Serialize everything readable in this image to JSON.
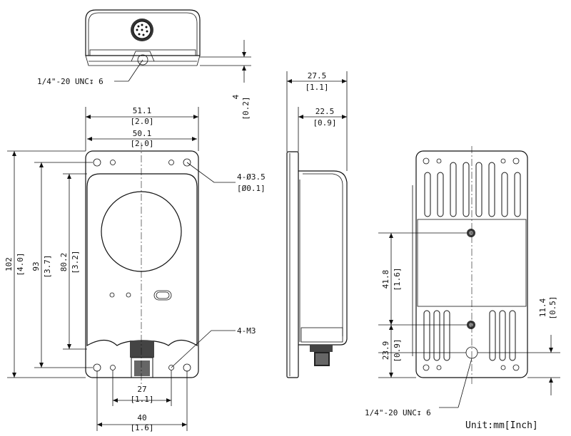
{
  "top_view": {
    "thread_note": "1/4\"-20 UNC↧ 6",
    "dim_height": {
      "value": "4",
      "inch": "[0.2]"
    }
  },
  "front_view": {
    "dim_outer_width": {
      "value": "51.1",
      "inch": "[2.0]"
    },
    "dim_inner_width": {
      "value": "50.1",
      "inch": "[2.0]"
    },
    "dim_total_height": {
      "value": "102",
      "inch": "[4.0]"
    },
    "dim_hole_height": {
      "value": "93",
      "inch": "[3.7]"
    },
    "dim_body_height": {
      "value": "80.2",
      "inch": "[3.2]"
    },
    "hole_note": {
      "value": "4-Ø3.5",
      "inch": "[Ø0.1]"
    },
    "thread_holes_note": "4-M3",
    "dim_bottom_inner": {
      "value": "27",
      "inch": "[1.1]"
    },
    "dim_bottom_outer": {
      "value": "40",
      "inch": "[1.6]"
    }
  },
  "side_view": {
    "dim_depth_total": {
      "value": "27.5",
      "inch": "[1.1]"
    },
    "dim_depth_body": {
      "value": "22.5",
      "inch": "[0.9]"
    }
  },
  "back_view": {
    "dim_screw_spacing": {
      "value": "41.8",
      "inch": "[1.6]"
    },
    "dim_screw_bottom": {
      "value": "23.9",
      "inch": "[0.9]"
    },
    "dim_hole_bottom": {
      "value": "11.4",
      "inch": "[0.5]"
    },
    "thread_note": "1/4\"-20 UNC↧ 6"
  },
  "unit_label": "Unit:mm[Inch]"
}
